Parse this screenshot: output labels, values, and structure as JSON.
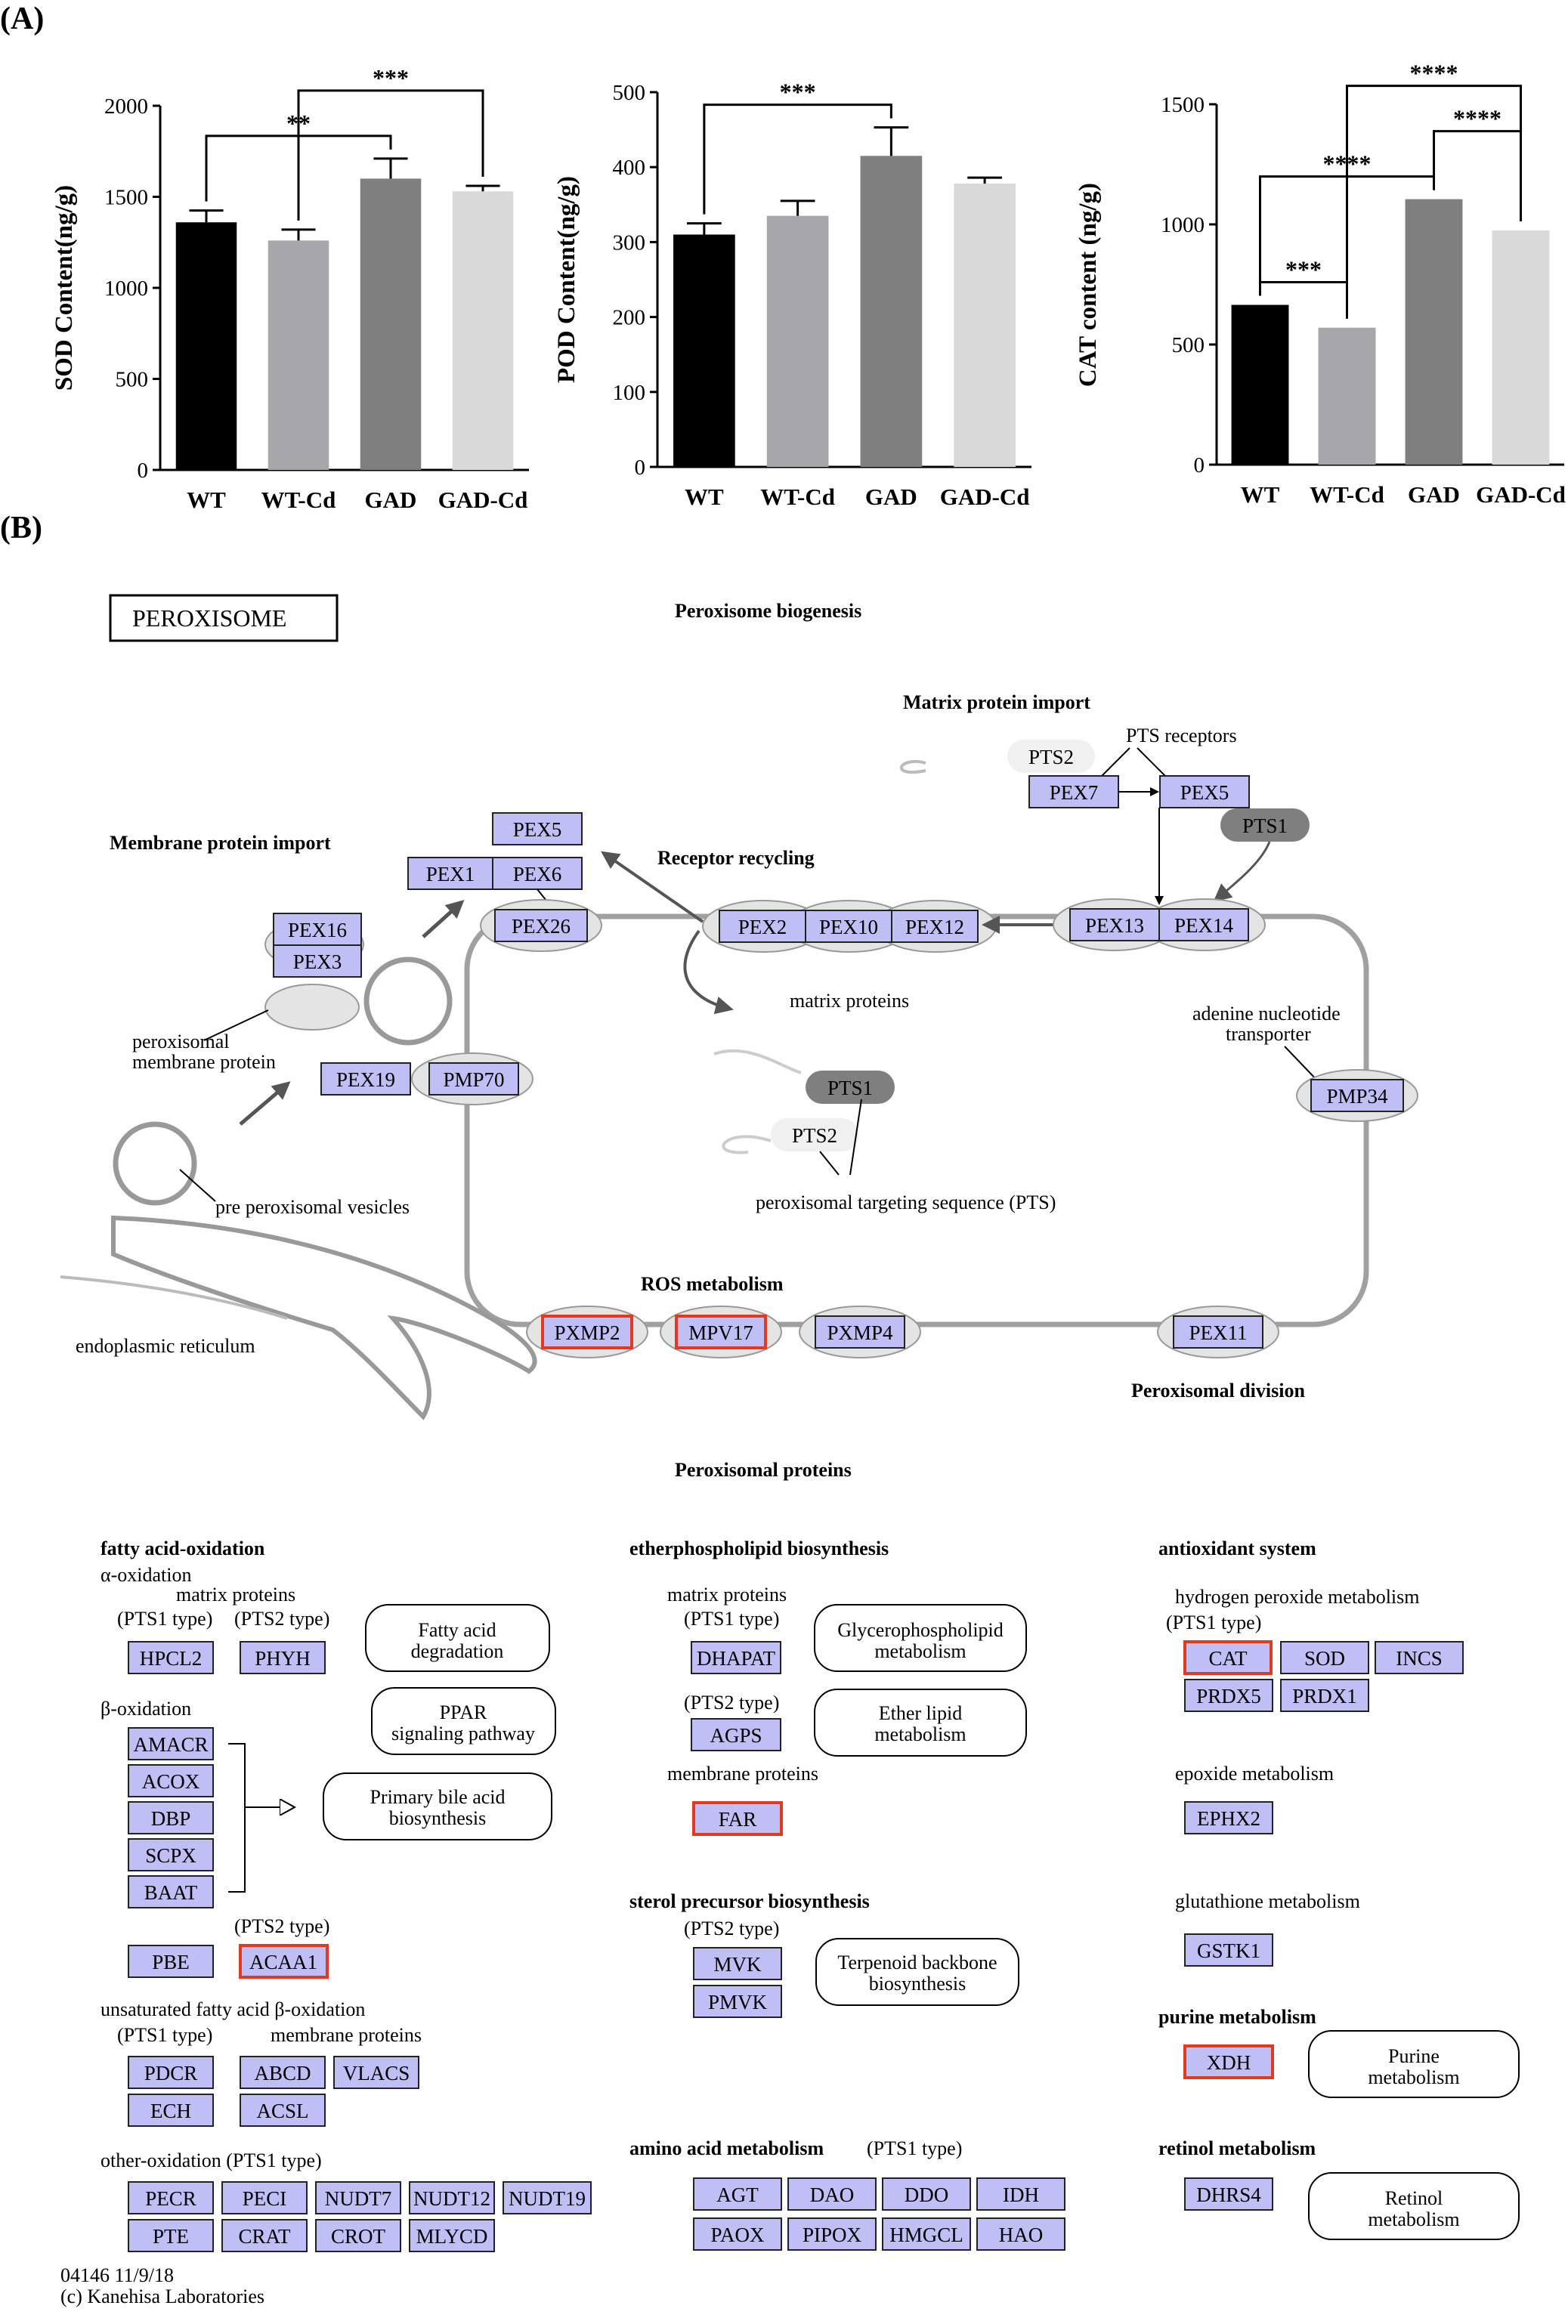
{
  "panel_a_label": "(A)",
  "panel_b_label": "(B)",
  "chart_data": [
    {
      "type": "bar",
      "categories": [
        "WT",
        "WT-Cd",
        "GAD",
        "GAD-Cd"
      ],
      "values": [
        1360,
        1260,
        1600,
        1530
      ],
      "errors": [
        65,
        60,
        110,
        30
      ],
      "ylabel": "SOD Content(ng/g)",
      "ylim": [
        0,
        2000
      ],
      "yticks": [
        "0",
        "500",
        "1000",
        "1500",
        "2000"
      ],
      "significance": [
        {
          "from": 0,
          "to": 2,
          "label": "**"
        },
        {
          "from": 1,
          "to": 3,
          "label": "***"
        }
      ],
      "colors": [
        "#000000",
        "#a6a6ab",
        "#7f7f7f",
        "#d9d9d9"
      ]
    },
    {
      "type": "bar",
      "categories": [
        "WT",
        "WT-Cd",
        "GAD",
        "GAD-Cd"
      ],
      "values": [
        310,
        335,
        415,
        378
      ],
      "errors": [
        15,
        20,
        38,
        8
      ],
      "ylabel": "POD Content(ng/g)",
      "ylim": [
        0,
        500
      ],
      "yticks": [
        "0",
        "100",
        "200",
        "300",
        "400",
        "500"
      ],
      "significance": [
        {
          "from": 0,
          "to": 2,
          "label": "***"
        }
      ],
      "colors": [
        "#000000",
        "#a6a6ab",
        "#7f7f7f",
        "#d9d9d9"
      ]
    },
    {
      "type": "bar",
      "categories": [
        "WT",
        "WT-Cd",
        "GAD",
        "GAD-Cd"
      ],
      "values": [
        665,
        570,
        1105,
        975
      ],
      "errors": [
        0,
        0,
        0,
        0
      ],
      "ylabel": "CAT content (ng/g)",
      "ylim": [
        0,
        1500
      ],
      "yticks": [
        "0",
        "500",
        "1000",
        "1500"
      ],
      "significance": [
        {
          "from": 0,
          "to": 1,
          "label": "***"
        },
        {
          "from": 0,
          "to": 2,
          "label": "****"
        },
        {
          "from": 2,
          "to": 3,
          "label": "****"
        },
        {
          "from": 1,
          "to": 3,
          "label": "****"
        }
      ],
      "colors": [
        "#000000",
        "#a6a6ab",
        "#7f7f7f",
        "#d9d9d9"
      ]
    }
  ],
  "pathway": {
    "title_box": "PEROXISOME",
    "sections": {
      "biogenesis": "Peroxisome biogenesis",
      "matrix_import": "Matrix protein import",
      "pts_receptors": "PTS receptors",
      "membrane_import": "Membrane protein import",
      "receptor_recycling": "Receptor recycling",
      "matrix_proteins": "matrix proteins",
      "adenine_transporter_1": "adenine nucleotide",
      "adenine_transporter_2": "transporter",
      "perox_membrane_1": "peroxisomal",
      "perox_membrane_2": "membrane protein",
      "pre_vesicles": "pre peroxisomal vesicles",
      "pts_sequence": "peroxisomal targeting sequence (PTS)",
      "er": "endoplasmic reticulum",
      "ros": "ROS metabolism",
      "division": "Peroxisomal division",
      "proteins": "Peroxisomal proteins"
    },
    "biogenesis_genes": {
      "pex5_top": "PEX5",
      "pex1": "PEX1",
      "pex6": "PEX6",
      "pex26": "PEX26",
      "pex16": "PEX16",
      "pex3": "PEX3",
      "pex19": "PEX19",
      "pmp70": "PMP70",
      "pex2": "PEX2",
      "pex10": "PEX10",
      "pex12": "PEX12",
      "pex13": "PEX13",
      "pex14": "PEX14",
      "pex7": "PEX7",
      "pex5_right": "PEX5",
      "pts2_top": "PTS2",
      "pts1_top": "PTS1",
      "pts1_mid": "PTS1",
      "pts2_mid": "PTS2",
      "pmp34": "PMP34",
      "pxmp2": "PXMP2",
      "mpv17": "MPV17",
      "pxmp4": "PXMP4",
      "pex11": "PEX11"
    },
    "fatty": {
      "header": "fatty acid-oxidation",
      "alpha": "α-oxidation",
      "alpha_matrix": "matrix proteins",
      "pts1": "(PTS1 type)",
      "pts2": "(PTS2 type)",
      "hpcl2": "HPCL2",
      "phyh": "PHYH",
      "beta": "β-oxidation",
      "amacr": "AMACR",
      "acox": "ACOX",
      "dbp": "DBP",
      "scpx": "SCPX",
      "baat": "BAAT",
      "pbe": "PBE",
      "pts2_acaa": "(PTS2 type)",
      "acaa1": "ACAA1",
      "map_fatty_1": "Fatty acid",
      "map_fatty_2": "degradation",
      "map_ppar_1": "PPAR",
      "map_ppar_2": "signaling pathway",
      "map_bile_1": "Primary bile acid",
      "map_bile_2": "biosynthesis",
      "unsat": "unsaturated fatty acid β-oxidation",
      "unsat_pts1": "(PTS1 type)",
      "unsat_membrane": "membrane proteins",
      "pdcr": "PDCR",
      "abcd": "ABCD",
      "vlacs": "VLACS",
      "ech": "ECH",
      "acsl": "ACSL",
      "other": "other-oxidation (PTS1 type)",
      "pecr": "PECR",
      "peci": "PECI",
      "nudt7": "NUDT7",
      "nudt12": "NUDT12",
      "nudt19": "NUDT19",
      "pte": "PTE",
      "crat": "CRAT",
      "crot": "CROT",
      "mlycd": "MLYCD"
    },
    "ether": {
      "header": "etherphospholipid biosynthesis",
      "matrix": "matrix proteins",
      "pts1": "(PTS1 type)",
      "dhapat": "DHAPAT",
      "pts2": "(PTS2 type)",
      "agps": "AGPS",
      "membrane": "membrane proteins",
      "far": "FAR",
      "map_glycero_1": "Glycerophospholipid",
      "map_glycero_2": "metabolism",
      "map_ether_1": "Ether lipid",
      "map_ether_2": "metabolism"
    },
    "sterol": {
      "header": "sterol precursor biosynthesis",
      "pts2": "(PTS2 type)",
      "mvk": "MVK",
      "pmvk": "PMVK",
      "map_terp_1": "Terpenoid backbone",
      "map_terp_2": "biosynthesis"
    },
    "amino": {
      "header": "amino acid metabolism",
      "pts1": "(PTS1 type)",
      "agt": "AGT",
      "dao": "DAO",
      "ddo": "DDO",
      "idh": "IDH",
      "paox": "PAOX",
      "pipox": "PIPOX",
      "hmgcl": "HMGCL",
      "hao": "HAO"
    },
    "antiox": {
      "header": "antioxidant system",
      "h2o2": "hydrogen peroxide metabolism",
      "pts1": "(PTS1 type)",
      "cat": "CAT",
      "sod": "SOD",
      "incs": "INCS",
      "prdx5": "PRDX5",
      "prdx1": "PRDX1",
      "epoxide": "epoxide metabolism",
      "ephx2": "EPHX2",
      "glutathione": "glutathione metabolism",
      "gstk1": "GSTK1"
    },
    "purine": {
      "header": "purine metabolism",
      "xdh": "XDH",
      "map_1": "Purine",
      "map_2": "metabolism"
    },
    "retinol": {
      "header": "retinol metabolism",
      "dhrs4": "DHRS4",
      "map_1": "Retinol",
      "map_2": "metabolism"
    },
    "footer_1": "04146 11/9/18",
    "footer_2": "(c) Kanehisa Laboratories"
  }
}
